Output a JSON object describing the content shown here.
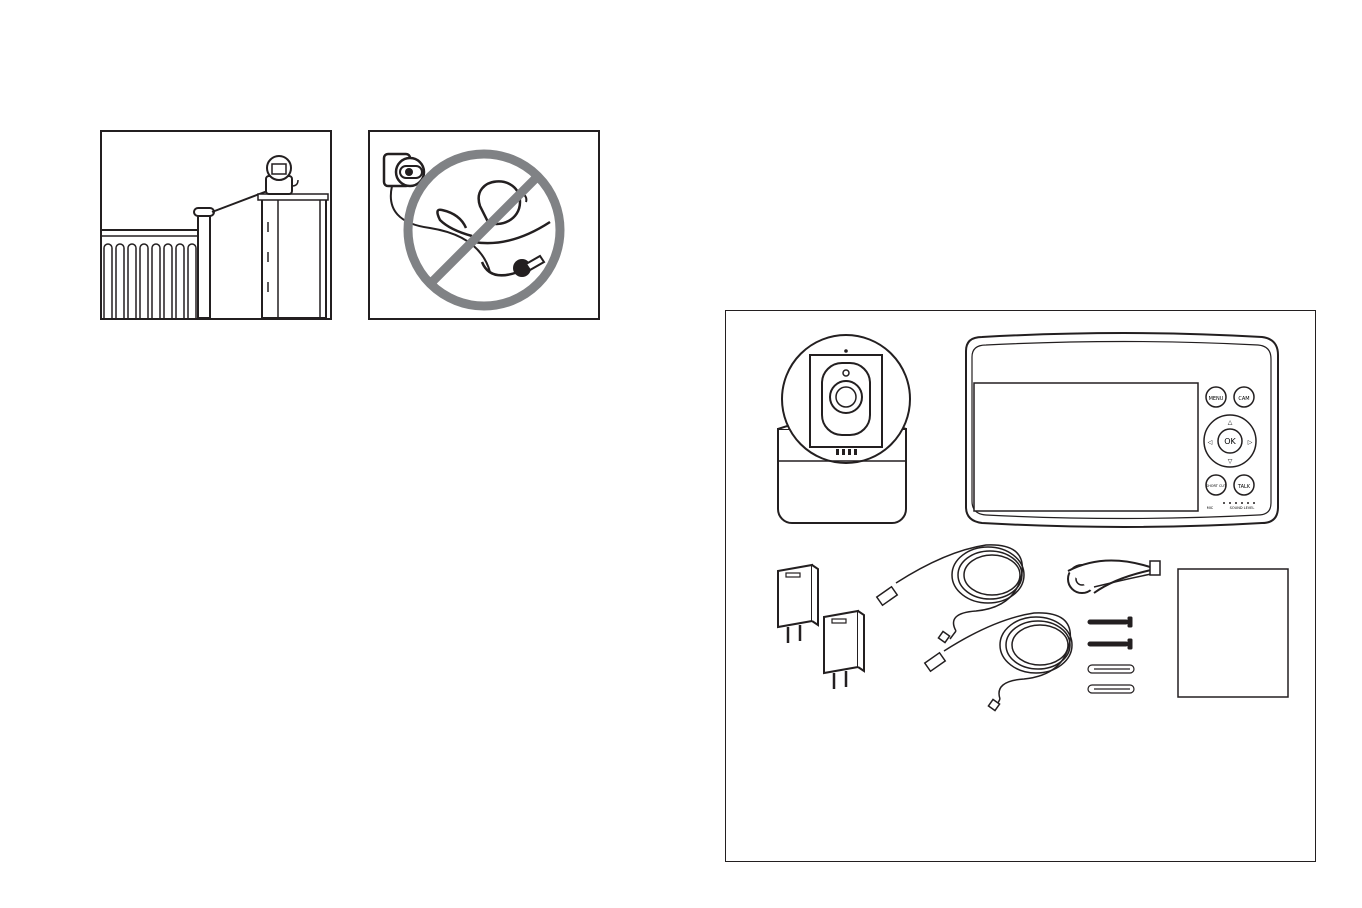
{
  "illustrations": {
    "placement": {
      "icon": "camera-on-dresser-illustration"
    },
    "warning": {
      "icon": "no-baby-near-cord-illustration",
      "prohibit_color": "#808285"
    }
  },
  "package_contents": {
    "monitor_buttons": {
      "menu": "MENU",
      "cam": "CAM",
      "ok": "OK",
      "talk": "TALK",
      "short_cut": "SHORT CUT",
      "mic": "MIC",
      "sound_level": "SOUND LEVEL"
    }
  }
}
